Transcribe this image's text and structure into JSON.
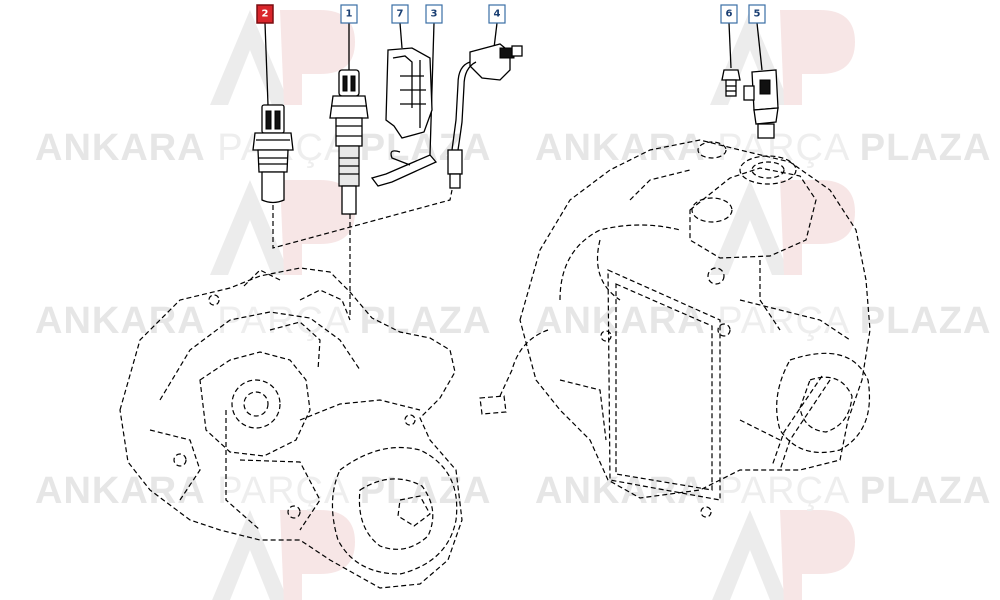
{
  "watermark": {
    "brand_bold_left": "ANKARA",
    "brand_light": "PARÇA",
    "brand_bold_right": "PLAZA",
    "logo_letters": "AP",
    "logo_color_primary": "#dddddd",
    "logo_color_accent": "#f3d4d4"
  },
  "callouts": [
    {
      "id": "callout-2",
      "number": "2",
      "highlighted": true
    },
    {
      "id": "callout-1",
      "number": "1",
      "highlighted": false
    },
    {
      "id": "callout-7",
      "number": "7",
      "highlighted": false
    },
    {
      "id": "callout-3",
      "number": "3",
      "highlighted": false
    },
    {
      "id": "callout-4",
      "number": "4",
      "highlighted": false
    },
    {
      "id": "callout-6",
      "number": "6",
      "highlighted": false
    },
    {
      "id": "callout-5",
      "number": "5",
      "highlighted": false
    }
  ],
  "colors": {
    "highlight_fill": "#d9252b",
    "callout_border": "#3a6ea5",
    "callout_text": "#1a3f73",
    "line_art": "#000000"
  }
}
